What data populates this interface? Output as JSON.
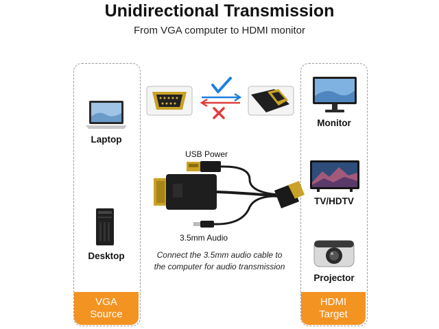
{
  "header": {
    "title": "Unidirectional Transmission",
    "subtitle": "From VGA computer to HDMI monitor"
  },
  "source_panel": {
    "devices": [
      "Laptop",
      "Desktop"
    ],
    "badge_line1": "VGA",
    "badge_line2": "Source"
  },
  "target_panel": {
    "devices": [
      "Monitor",
      "TV/HDTV",
      "Projector"
    ],
    "badge_line1": "HDMI",
    "badge_line2": "Target"
  },
  "cable": {
    "usb_label": "USB Power",
    "audio_label": "3.5mm Audio",
    "note_line1": "Connect the 3.5mm audio cable to",
    "note_line2": "the computer for audio transmission"
  },
  "colors": {
    "badge": "#f39322",
    "check": "#1e7fe0",
    "cross": "#e23b3b"
  }
}
